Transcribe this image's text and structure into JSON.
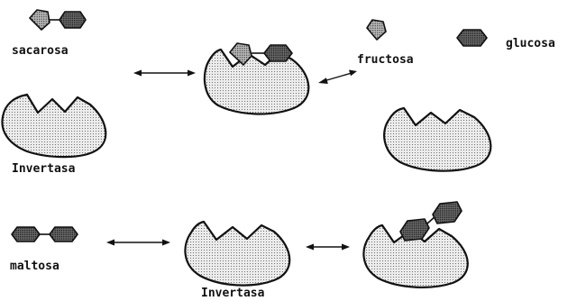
{
  "labels": {
    "sacarosa": "sacarosa",
    "invertasa_top": "Invertasa",
    "fructosa": "fructosa",
    "glucosa": "glucosa",
    "maltosa": "maltosa",
    "invertasa_bottom": "Invertasa"
  },
  "colors": {
    "ink": "#111111",
    "enzyme_fill": "#e3e3e3",
    "fructose_fill": "#bdbdbd",
    "glucose_fill": "#5a5a5a",
    "background": "#ffffff"
  }
}
